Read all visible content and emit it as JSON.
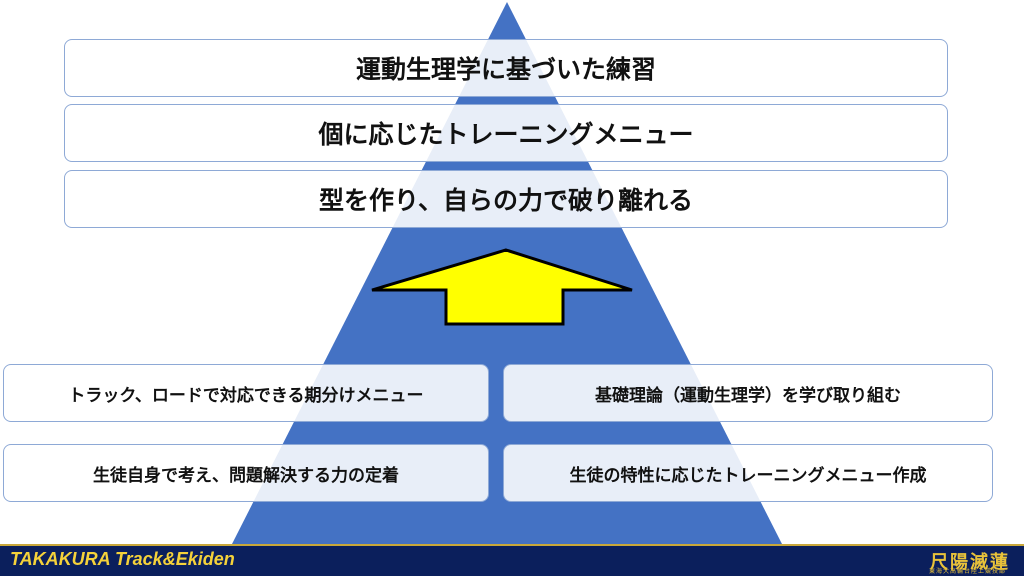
{
  "pyramid": {
    "top_items": [
      "運動生理学に基づいた練習",
      "個に応じたトレーニングメニュー",
      "型を作り、自らの力で破り離れる"
    ],
    "bottom_items": [
      "トラック、ロードで対応できる期分けメニュー",
      "基礎理論（運動生理学）を学び取り組む",
      "生徒自身で考え、問題解決する力の定着",
      "生徒の特性に応じたトレーニングメニュー作成"
    ]
  },
  "footer": {
    "title": "TAKAKURA Track&Ekiden",
    "logo": "尺陽滅蓮",
    "logo_sub": "東海大高輪台陸上競技部"
  },
  "colors": {
    "pyramid": "#4472c4",
    "arrow_fill": "#ffff00",
    "arrow_stroke": "#000000",
    "footer_bg": "#0b1f5c",
    "footer_text": "#f5d23a"
  }
}
